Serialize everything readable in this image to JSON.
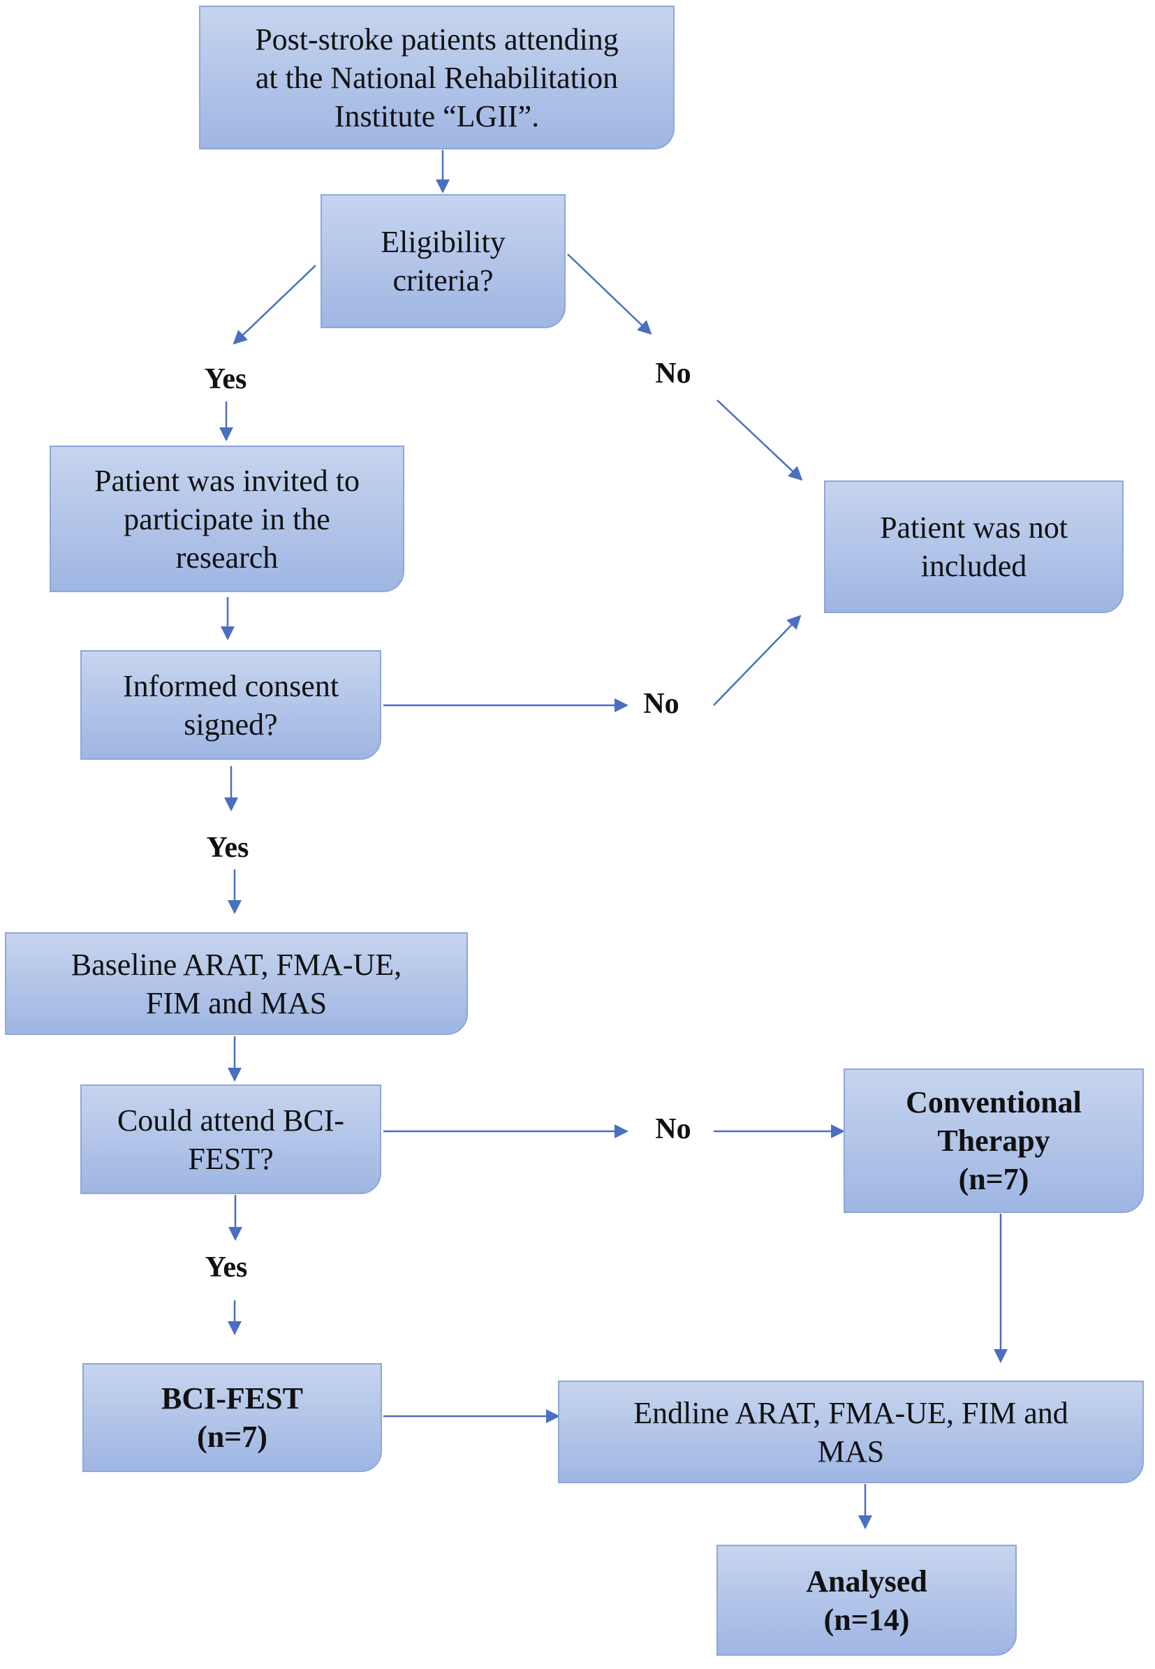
{
  "colors": {
    "box_fill_top": "#c6d4ee",
    "box_fill_bottom": "#9fb6e3",
    "arrow": "#4a6fc0"
  },
  "boxes": {
    "start": "Post-stroke patients attending\nat the National Rehabilitation\nInstitute “LGII”.",
    "eligibility": "Eligibility\ncriteria?",
    "invited": "Patient was invited to\nparticipate in the\nresearch",
    "not_included": "Patient was not\nincluded",
    "consent": "Informed consent\nsigned?",
    "baseline": "Baseline ARAT, FMA-UE,\nFIM and MAS",
    "attend": "Could attend BCI-\nFEST?",
    "conventional": "Conventional\nTherapy\n(n=7)",
    "bcifest": "BCI-FEST\n(n=7)",
    "endline": "Endline ARAT, FMA-UE, FIM and\nMAS",
    "analysed": "Analysed\n(n=14)"
  },
  "labels": {
    "yes_eligibility": "Yes",
    "no_eligibility": "No",
    "no_consent": "No",
    "yes_consent": "Yes",
    "no_attend": "No",
    "yes_attend": "Yes"
  }
}
